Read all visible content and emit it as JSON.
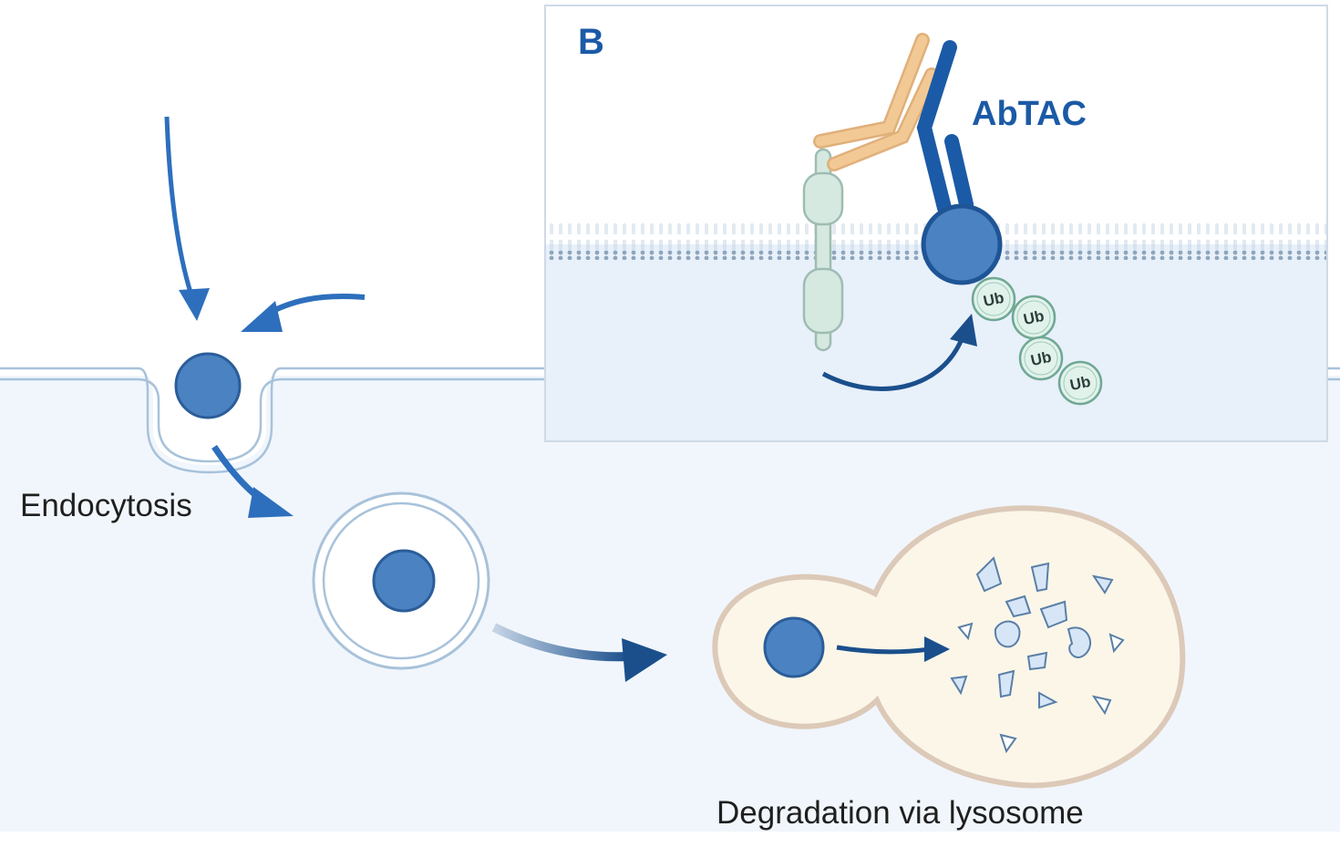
{
  "labels": {
    "endocytosis": "Endocytosis",
    "degradation": "Degradation via lysosome"
  },
  "inset": {
    "panel_letter": "B",
    "abtac_label": "AbTAC",
    "ub_tags": [
      "Ub",
      "Ub",
      "Ub",
      "Ub"
    ]
  },
  "colors": {
    "accent_blue": "#1b5aa6",
    "protein_blue": "#4a82c2",
    "cytoplasm": "#f1f6fc",
    "membrane_line": "#a8c2da",
    "lysosome_fill": "#fbf6e8",
    "lysosome_outline": "#dcc9b8",
    "antibody_orange": "#f2c995",
    "receptor_green": "#d5e9e1",
    "ub_green": "#e1f2eb"
  }
}
